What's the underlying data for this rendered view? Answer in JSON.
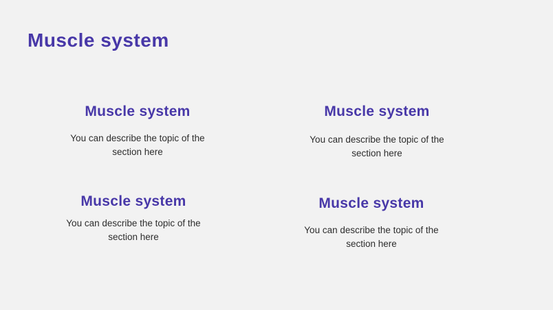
{
  "slide": {
    "background_color": "#f2f2f2",
    "accent_color": "#4838a8",
    "text_color": "#2d2d2d",
    "title": "Muscle system",
    "sections": [
      {
        "heading": "Muscle system",
        "description": "You can describe the topic of the section here"
      },
      {
        "heading": "Muscle system",
        "description": "You can describe the topic of the section here"
      },
      {
        "heading": "Muscle system",
        "description": "You can describe the topic of the section here"
      },
      {
        "heading": "Muscle system",
        "description": "You can describe the topic of the section here"
      }
    ]
  }
}
